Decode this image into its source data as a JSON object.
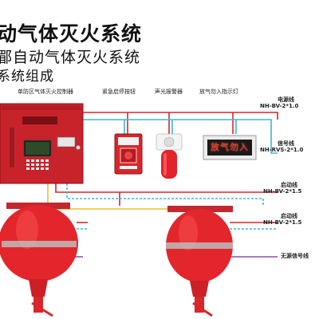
{
  "title": {
    "line1": "动气体灭火系统",
    "line2": "郿自动气体灭火系统",
    "line3": "系统组成"
  },
  "devices": {
    "controller_label": "单防区气体灭火控制器",
    "button_label": "紧急启停按钮",
    "alarm_label": "声光报警器",
    "indicator_label": "放气勿入指示灯",
    "indicator_text": "放气勿入"
  },
  "wires": [
    {
      "name": "电源线",
      "spec": "NH-BV-2*1.0"
    },
    {
      "name": "信号线",
      "spec": "NH-RVS-2*1.0"
    },
    {
      "name": "启动线",
      "spec": "NH-BV-2*1.5"
    },
    {
      "name": "启动线",
      "spec": "NH-BV-2*1.5"
    },
    {
      "name": "无源信号线",
      "spec": ""
    }
  ],
  "colors": {
    "red": "#d8262a",
    "cyan": "#41b6d3",
    "yellow": "#e8c22c",
    "purple": "#8c4fb5",
    "panel": "#c8232b"
  }
}
